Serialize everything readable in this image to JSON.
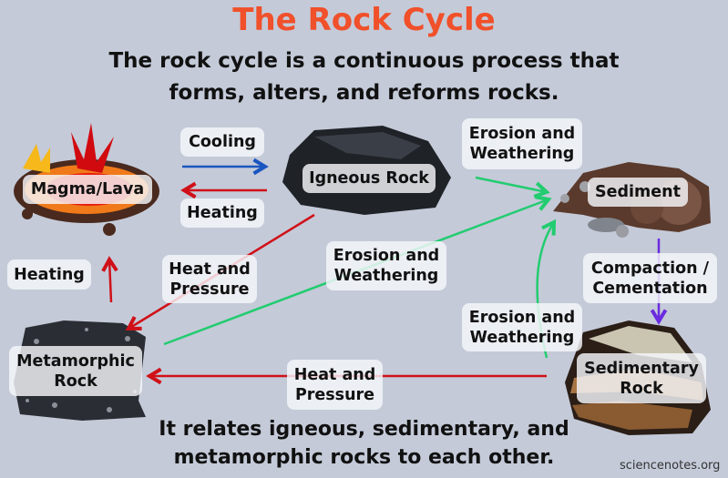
{
  "title": "The Rock Cycle",
  "subtitle": [
    "The rock cycle is a continuous process that",
    "forms, alters, and reforms rocks."
  ],
  "footer": [
    "It relates igneous, sedimentary, and",
    "metamorphic rocks to each other."
  ],
  "credit": "sciencenotes.org",
  "nodes": {
    "magma": "Magma/Lava",
    "igneous": "Igneous Rock",
    "sediment": "Sediment",
    "metamorphic": "Metamorphic Rock",
    "sedimentary": "Sedimentary Rock"
  },
  "processes": {
    "cooling": "Cooling",
    "heating_top": "Heating",
    "heating_left": "Heating",
    "heat_pressure_diag": "Heat and Pressure",
    "heat_pressure_bottom": "Heat and Pressure",
    "erosion_top": "Erosion and Weathering",
    "erosion_mid": "Erosion and Weathering",
    "erosion_low": "Erosion and Weathering",
    "compaction": "Compaction / Cementation"
  },
  "colors": {
    "title": "#f0502a",
    "cooling": "#1a56c0",
    "heat": "#d01018",
    "erosion": "#22cc70",
    "compaction": "#6a2be0"
  }
}
